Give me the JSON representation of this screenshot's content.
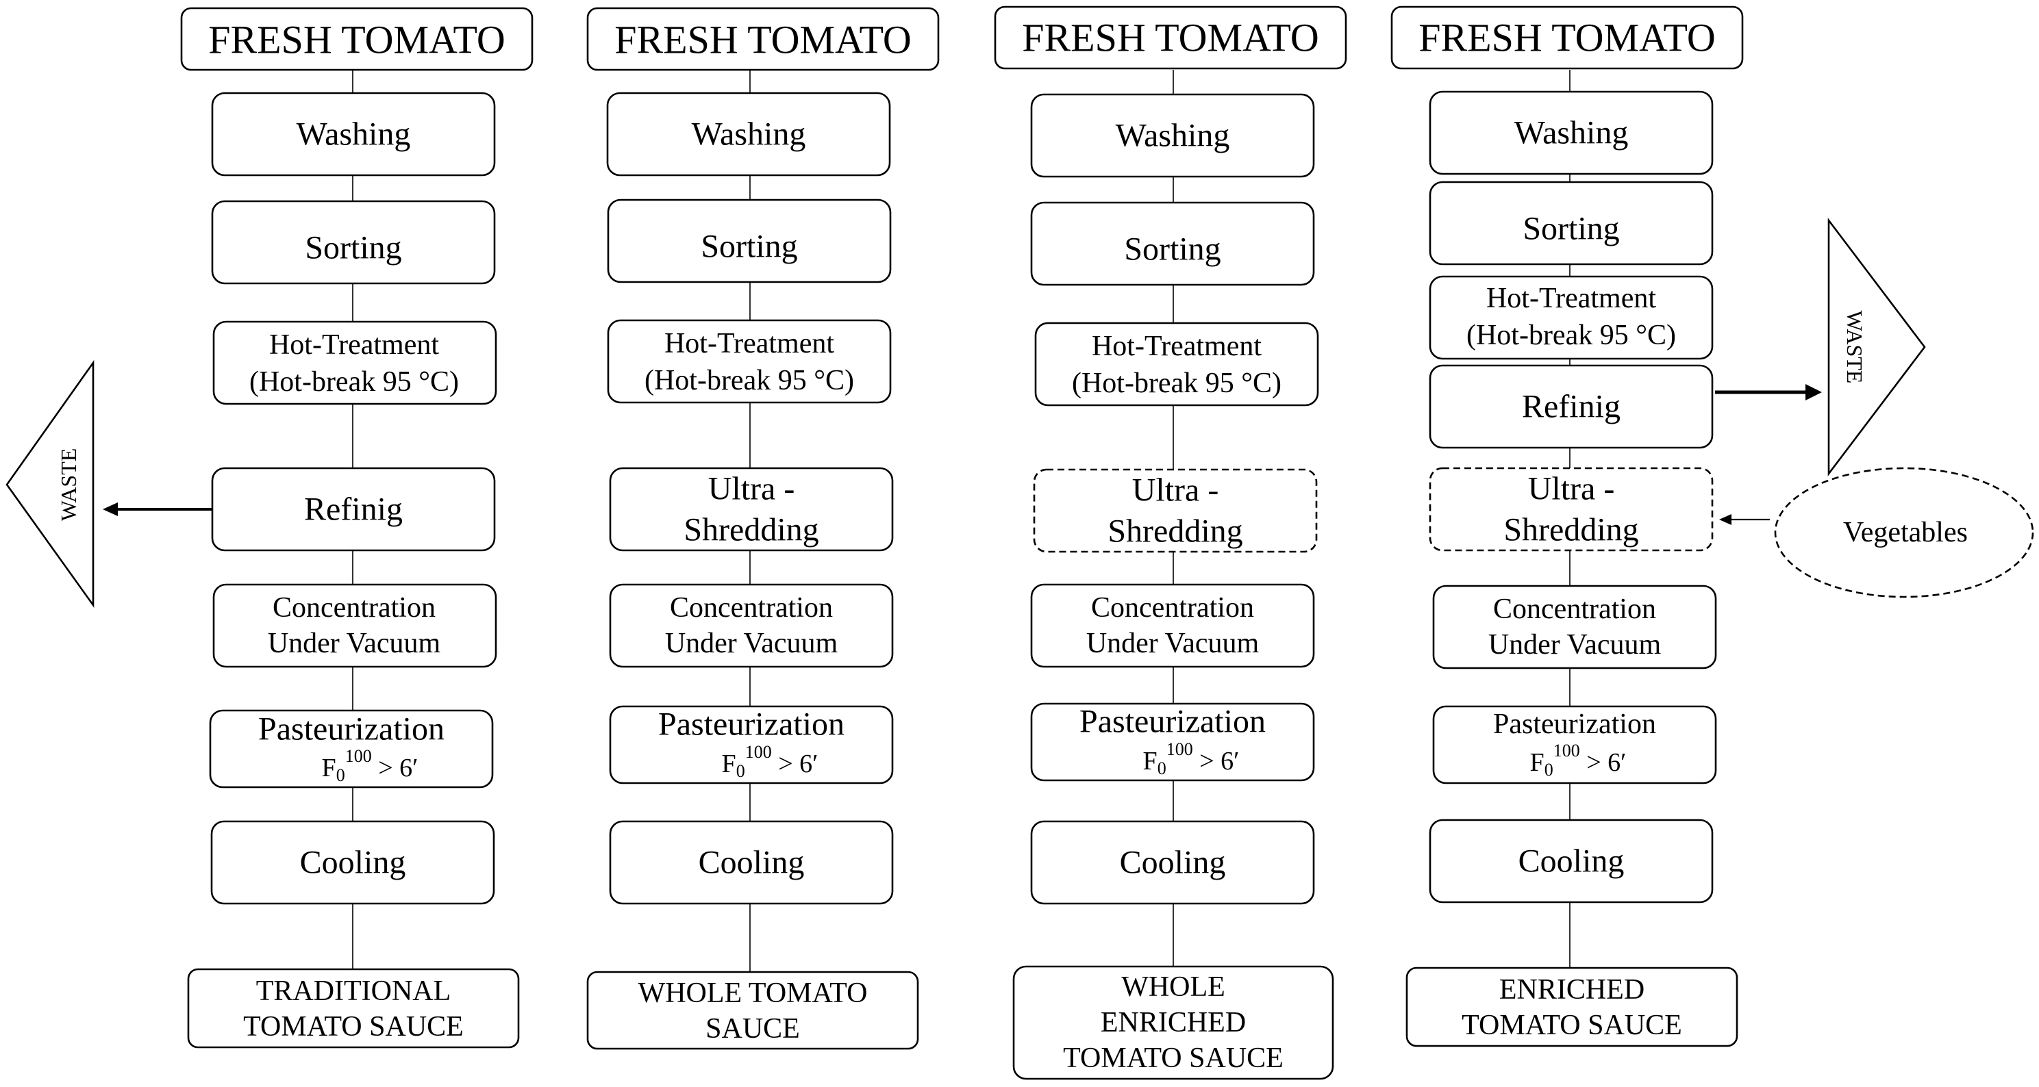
{
  "columns": [
    {
      "head": "FRESH TOMATO",
      "washing": "Washing",
      "sorting": "Sorting",
      "hot_1": "Hot-Treatment",
      "hot_2": "(Hot-break 95 °C)",
      "mid_1": "Refinig",
      "conc_1": "Concentration",
      "conc_2": "Under Vacuum",
      "past_1": "Pasteurization",
      "past_f": "F",
      "past_sub": "0",
      "past_sup": "100",
      "past_rest": " > 6′",
      "cooling": "Cooling",
      "end_1": "TRADITIONAL",
      "end_2": "TOMATO SAUCE"
    },
    {
      "head": "FRESH TOMATO",
      "washing": "Washing",
      "sorting": "Sorting",
      "hot_1": "Hot-Treatment",
      "hot_2": "(Hot-break 95 °C)",
      "mid_1": "Ultra -",
      "mid_2": "Shredding",
      "conc_1": "Concentration",
      "conc_2": "Under Vacuum",
      "past_1": "Pasteurization",
      "past_f": "F",
      "past_sub": "0",
      "past_sup": "100",
      "past_rest": " > 6′",
      "cooling": "Cooling",
      "end_1": "WHOLE TOMATO",
      "end_2": "SAUCE"
    },
    {
      "head": "FRESH TOMATO",
      "washing": "Washing",
      "sorting": "Sorting",
      "hot_1": "Hot-Treatment",
      "hot_2": "(Hot-break 95 °C)",
      "mid_1": "Ultra -",
      "mid_2": "Shredding",
      "conc_1": "Concentration",
      "conc_2": "Under Vacuum",
      "past_1": "Pasteurization",
      "past_f": "F",
      "past_sub": "0",
      "past_sup": "100",
      "past_rest": " > 6′",
      "cooling": "Cooling",
      "end_1": "WHOLE",
      "end_2": "ENRICHED",
      "end_3": "TOMATO SAUCE"
    },
    {
      "head": "FRESH TOMATO",
      "washing": "Washing",
      "sorting": "Sorting",
      "hot_1": "Hot-Treatment",
      "hot_2": "(Hot-break 95 °C)",
      "refining": "Refinig",
      "mid_1": "Ultra -",
      "mid_2": "Shredding",
      "conc_1": "Concentration",
      "conc_2": "Under Vacuum",
      "past_1": "Pasteurization",
      "past_f": "F",
      "past_sub": "0",
      "past_sup": "100",
      "past_rest": " > 6′",
      "cooling": "Cooling",
      "end_1": "ENRICHED",
      "end_2": "TOMATO SAUCE"
    }
  ],
  "waste_left": "WASTE",
  "waste_right": "WASTE",
  "vegetables": "Vegetables"
}
